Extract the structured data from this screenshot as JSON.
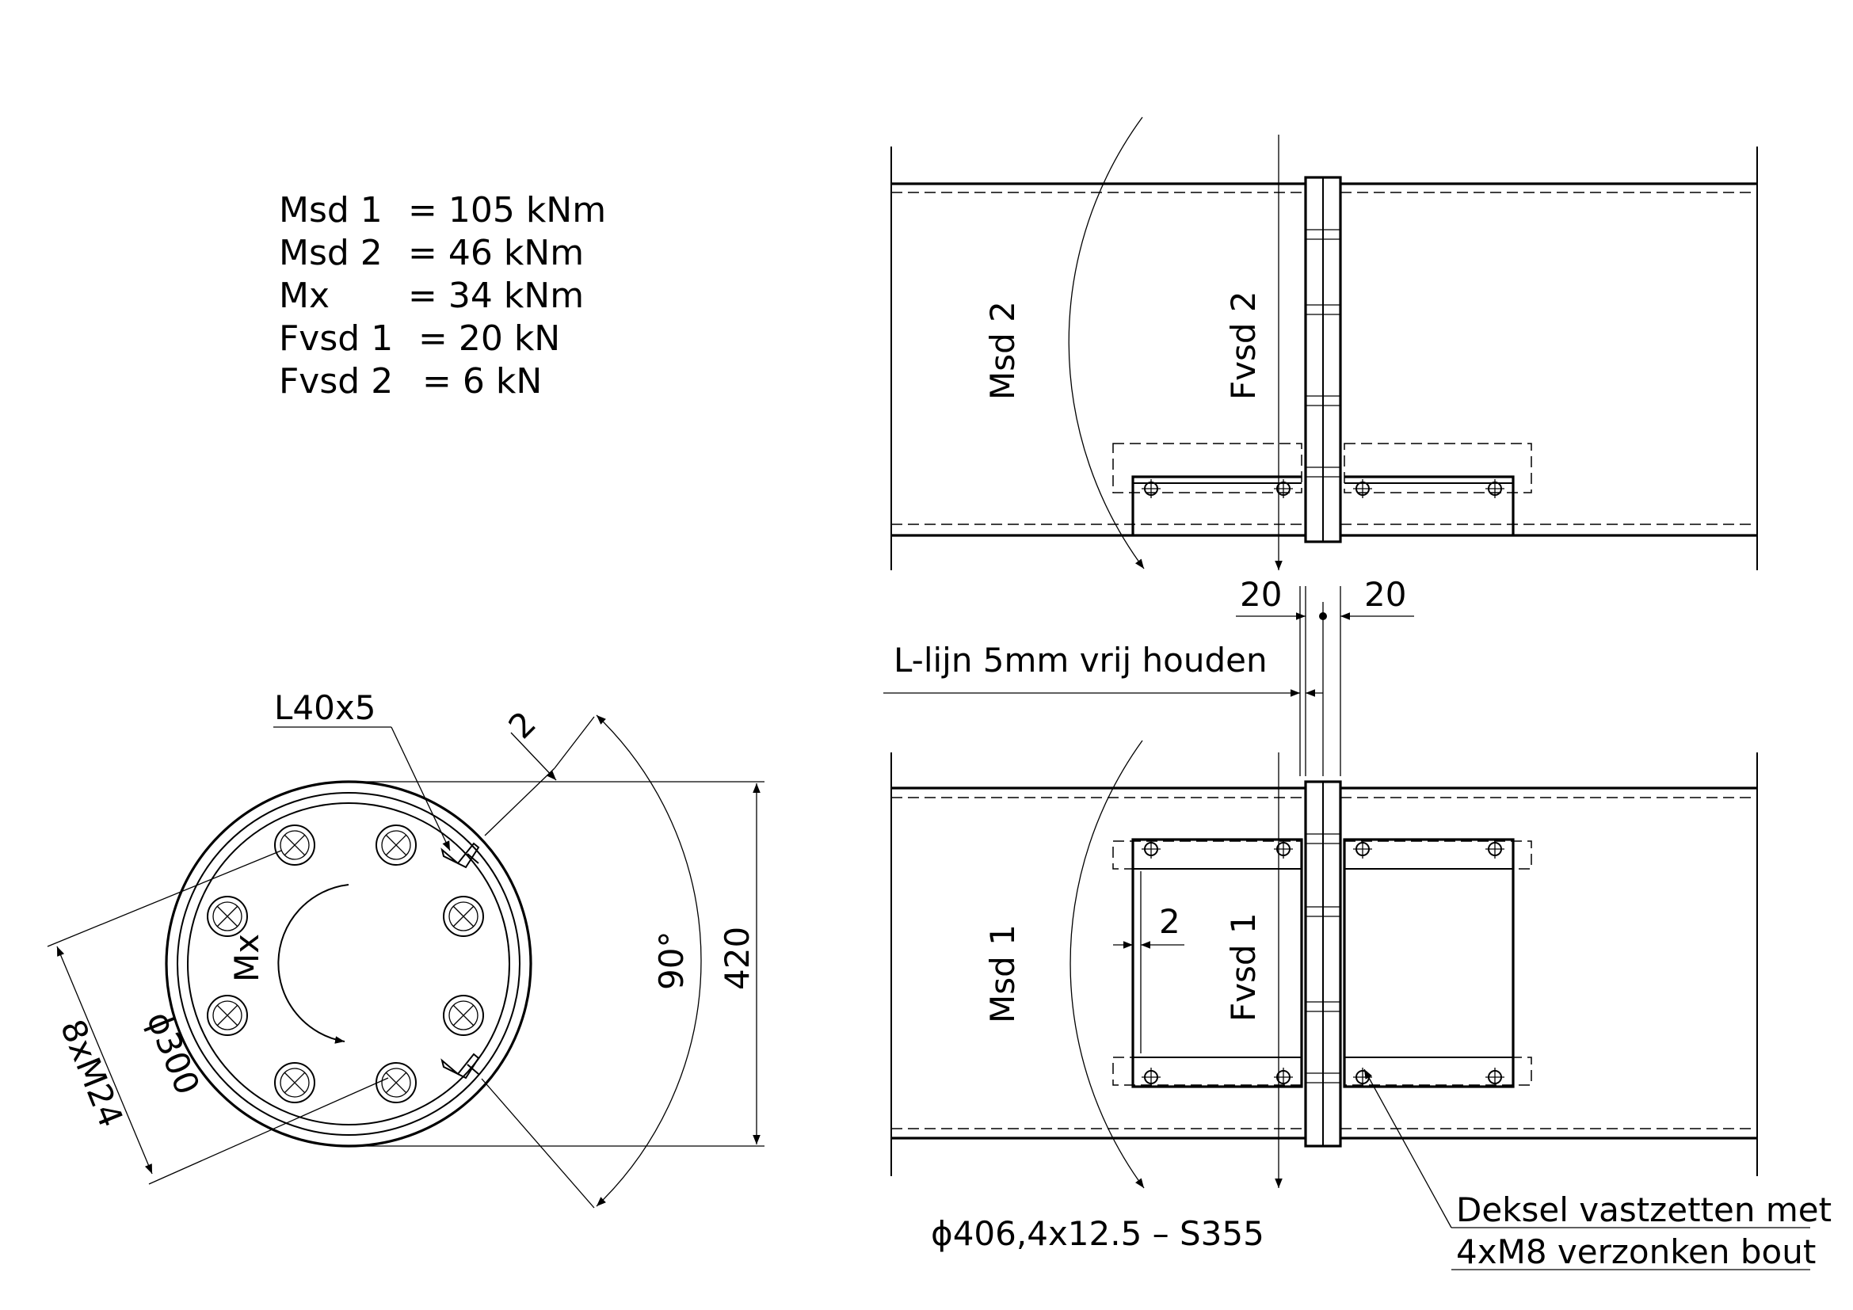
{
  "loads": [
    {
      "name": "Msd 1",
      "value": "= 105 kNm"
    },
    {
      "name": "Msd 2",
      "value": "= 46 kNm"
    },
    {
      "name": "Mx",
      "value": "= 34 kNm"
    },
    {
      "name": "Fvsd 1",
      "value": "= 20 kN"
    },
    {
      "name": "Fvsd 2",
      "value": "= 6 kN"
    }
  ],
  "labels": {
    "angle_profile": "L40x5",
    "gap_top": "2",
    "angle_deg": "90°",
    "height": "420",
    "moment_x": "Mx",
    "bolt_circle": "ϕ300",
    "bolts": "8xM24",
    "msd2": "Msd 2",
    "fvsd2": "Fvsd 2",
    "dim_left": "20",
    "dim_right": "20",
    "note_lline": "L-lijn 5mm vrij houden",
    "msd1": "Msd 1",
    "fvsd1": "Fvsd 1",
    "gap_side": "2",
    "tube": "ϕ406,4x12.5 – S355",
    "cover_line1": "Deksel vastzetten met",
    "cover_line2": "4xM8 verzonken bout"
  }
}
